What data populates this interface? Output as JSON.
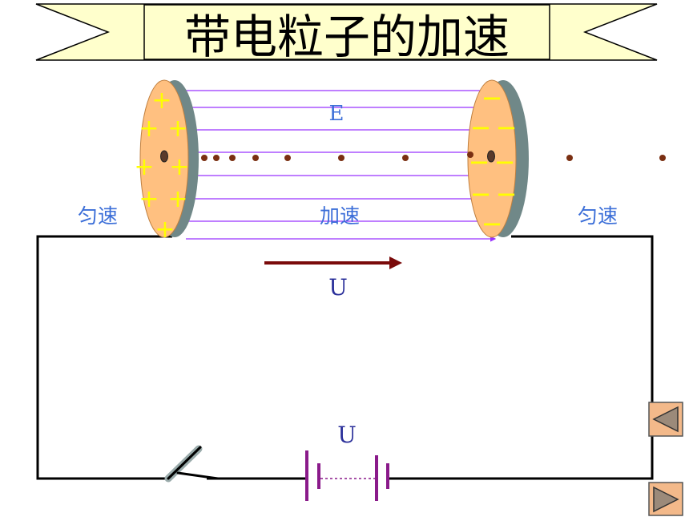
{
  "title": "带电粒子的加速",
  "field_label": "E",
  "region_labels": {
    "left": "匀速",
    "middle": "加速",
    "right": "匀速"
  },
  "voltage_label_arrow": "U",
  "battery_label": "U",
  "plate_charges": {
    "left": "+",
    "right": "−"
  },
  "nav": {
    "prev_icon": "triangle-left-icon",
    "next_icon": "triangle-right-icon"
  },
  "colors": {
    "banner_fill": "#ffffcc",
    "plate_face": "#ffc080",
    "plate_edge": "#708888",
    "field_lines": "#9933ff",
    "particle": "#7a2f12",
    "label_blue": "#3c6fd8",
    "label_dark_blue": "#2a2f9a",
    "u_arrow": "#7a0a0a",
    "battery": "#8a1a8a",
    "wire": "#000000",
    "nav_fill": "#f3b98a"
  }
}
